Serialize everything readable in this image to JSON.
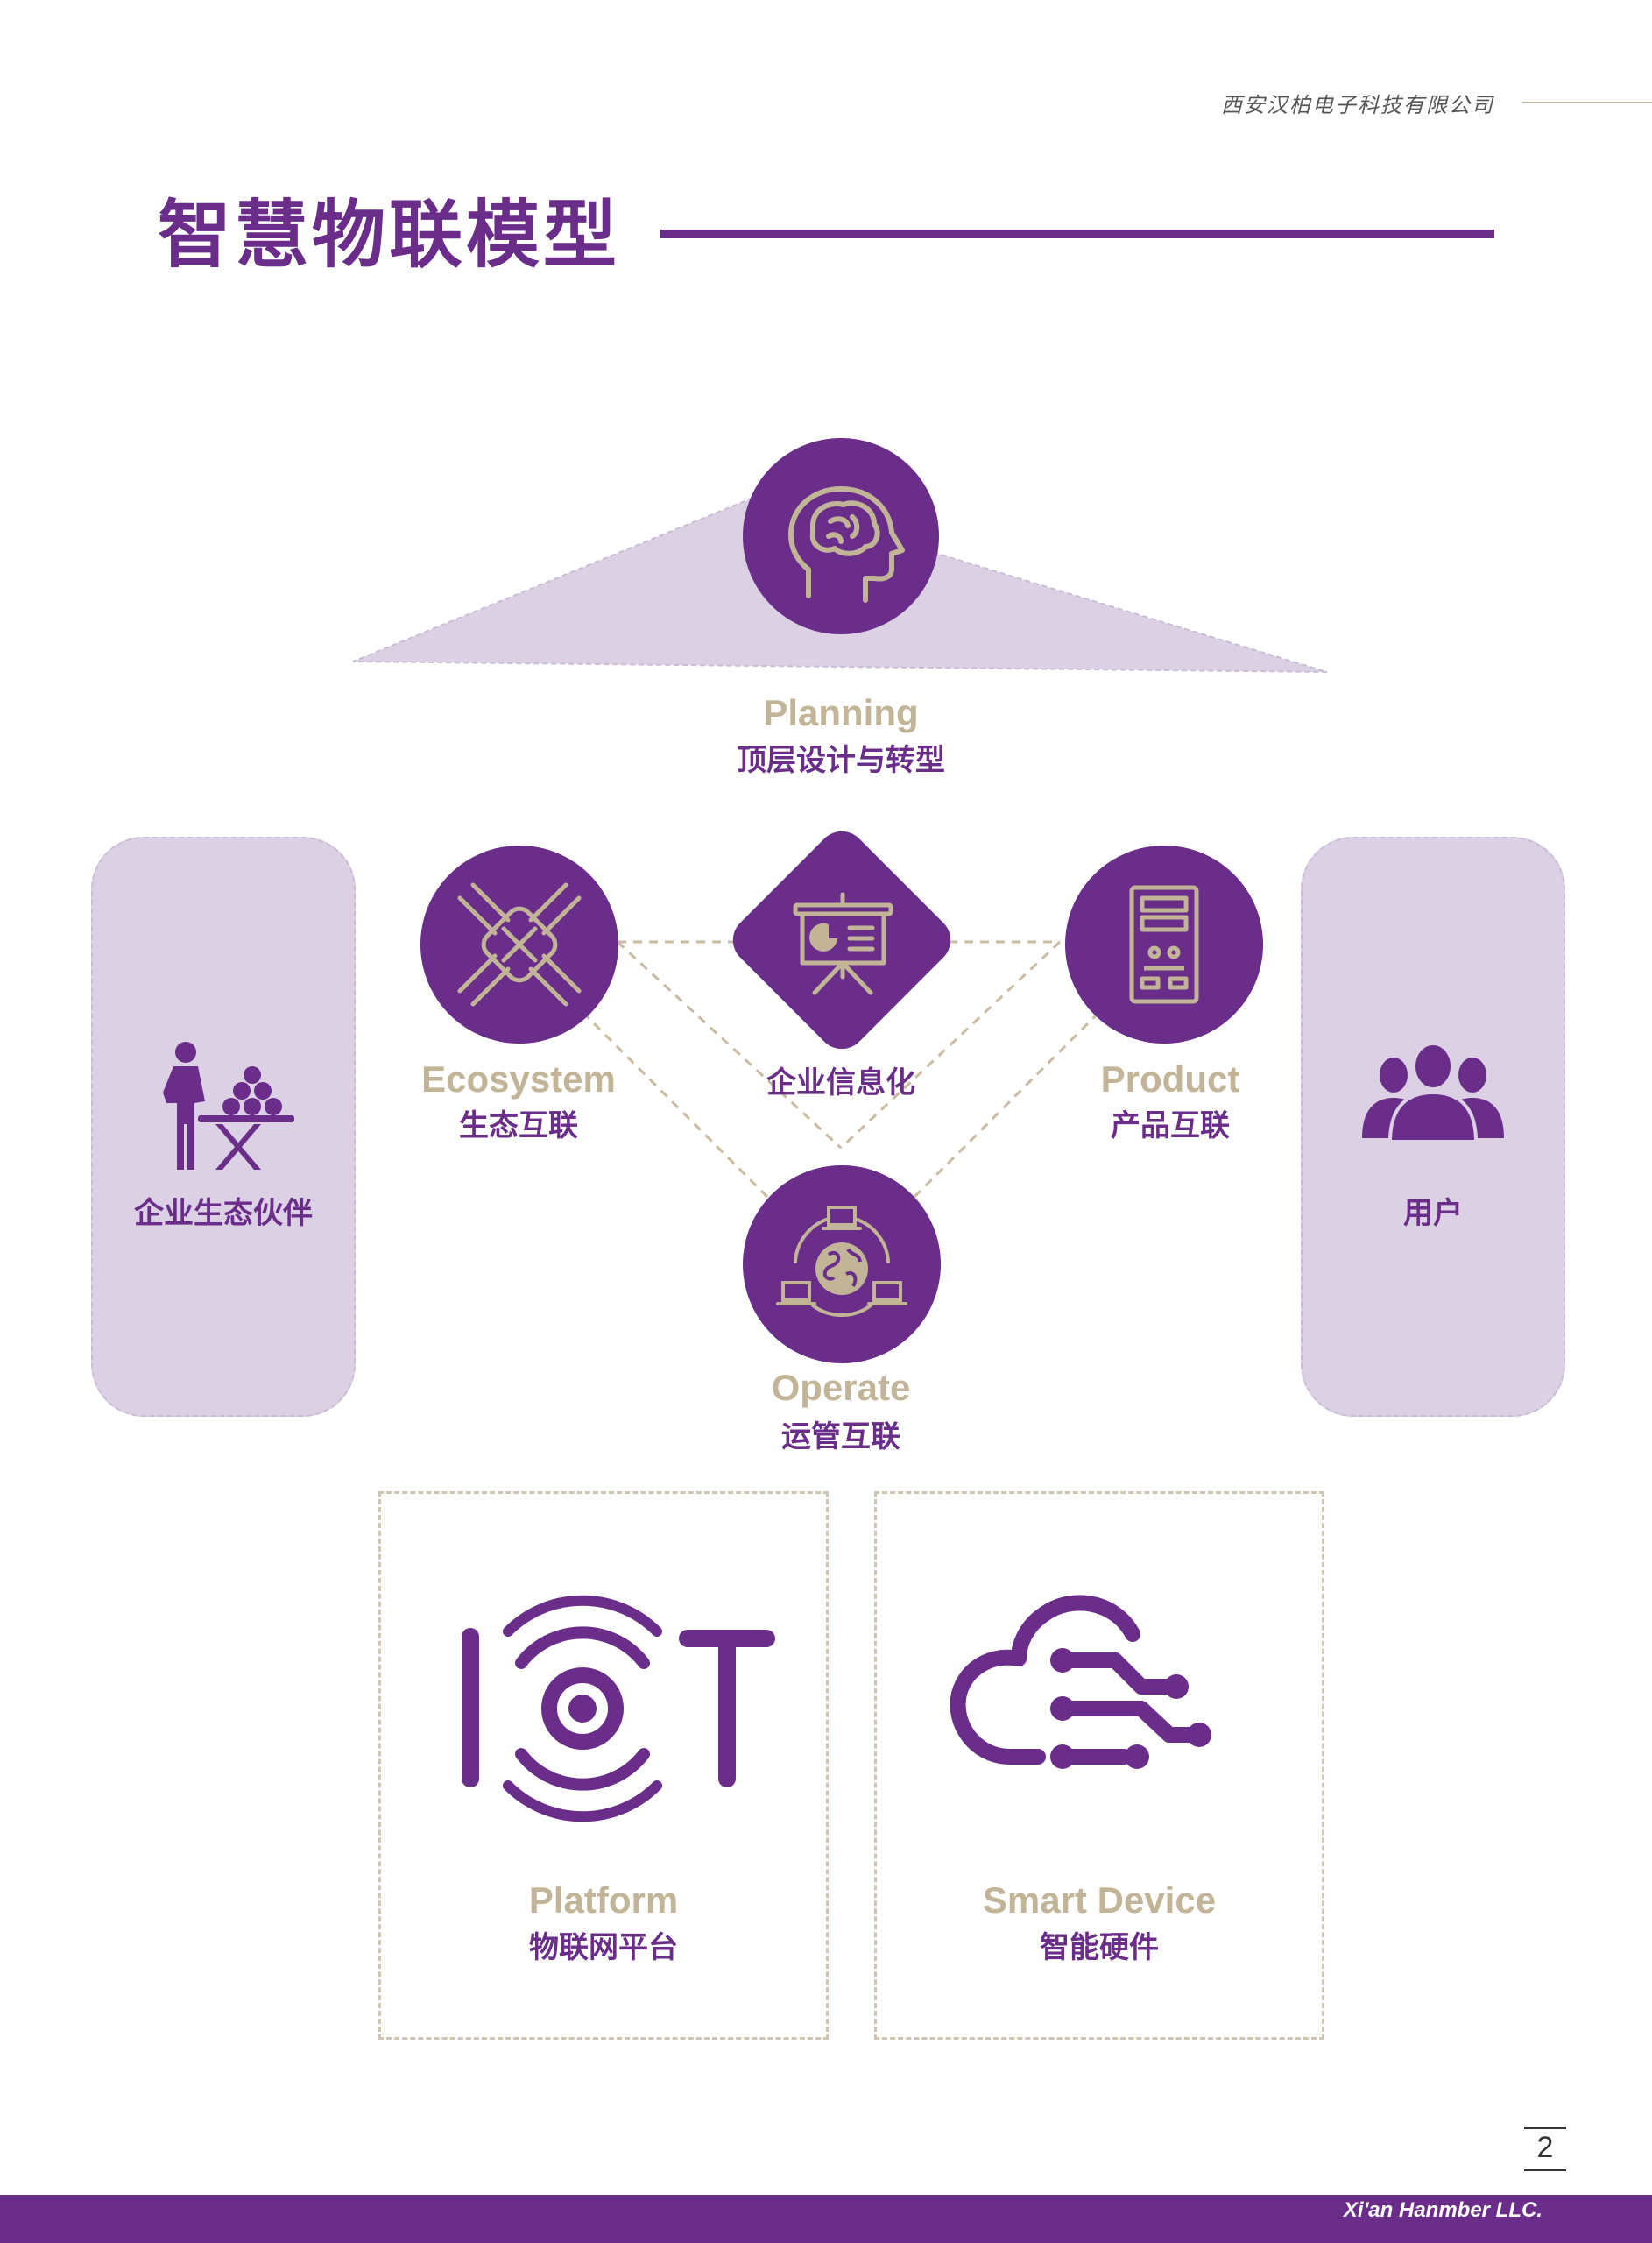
{
  "header": {
    "company": "西安汉柏电子科技有限公司"
  },
  "title": "智慧物联模型",
  "planning": {
    "en": "Planning",
    "zh": "顶层设计与转型"
  },
  "ecosystem": {
    "en": "Ecosystem",
    "zh": "生态互联"
  },
  "informatization": {
    "zh": "企业信息化"
  },
  "product": {
    "en": "Product",
    "zh": "产品互联"
  },
  "operate": {
    "en": "Operate",
    "zh": "运管互联"
  },
  "partner": {
    "zh": "企业生态伙伴"
  },
  "users": {
    "zh": "用户"
  },
  "platform": {
    "en": "Platform",
    "zh": "物联网平台"
  },
  "smart_device": {
    "en": "Smart Device",
    "zh": "智能硬件"
  },
  "page_number": "2",
  "footer": {
    "brand": "Xi'an Hanmber LLC."
  },
  "colors": {
    "purple": "#6a2d8a",
    "light_purple": "#dcd0e5",
    "beige": "#c2b597"
  }
}
